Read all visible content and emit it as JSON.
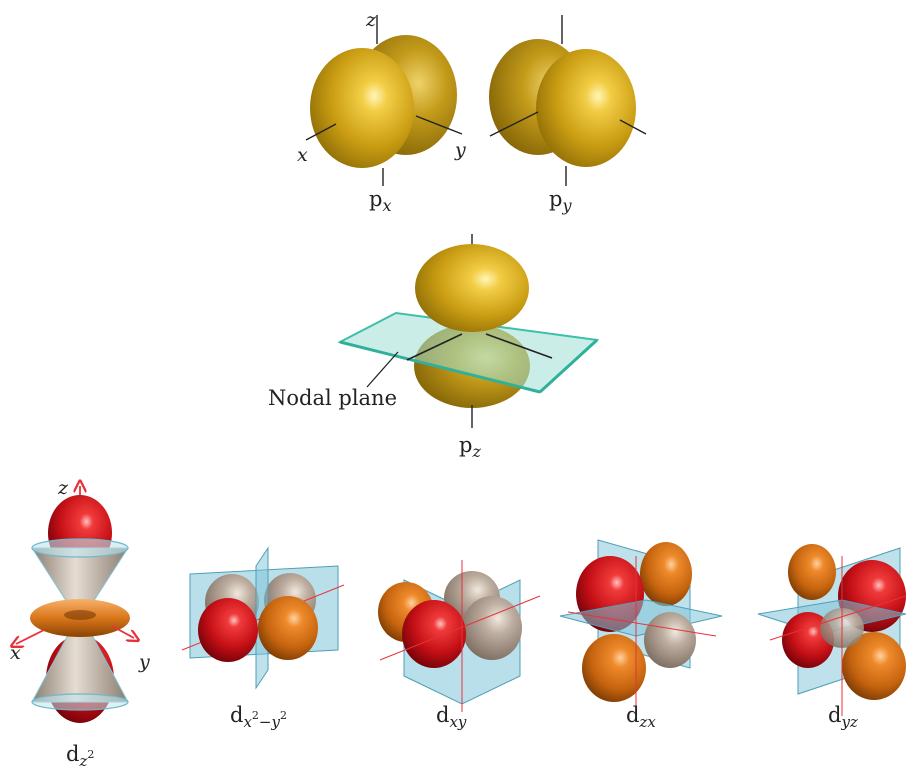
{
  "p_orbitals": {
    "px": {
      "label_main": "p",
      "label_sub": "x"
    },
    "py": {
      "label_main": "p",
      "label_sub": "y"
    },
    "pz": {
      "label_main": "p",
      "label_sub": "z"
    },
    "axes": {
      "x": "x",
      "y": "y",
      "z": "z"
    },
    "nodal_plane_label": "Nodal plane"
  },
  "d_orbitals": {
    "dz2": {
      "label_main": "d",
      "label_sub": "z",
      "label_sup": "2"
    },
    "dx2y2": {
      "label_main": "d",
      "label_sub": "x",
      "label_sup1": "2",
      "label_mid": "−y",
      "label_sup2": "2"
    },
    "dxy": {
      "label_main": "d",
      "label_sub": "xy"
    },
    "dzx": {
      "label_main": "d",
      "label_sub": "zx"
    },
    "dyz": {
      "label_main": "d",
      "label_sub": "yz"
    },
    "axes": {
      "x": "x",
      "y": "y",
      "z": "z"
    }
  },
  "colors": {
    "gold": "#c9a21b",
    "red": "#d0141c",
    "orange": "#d9761a",
    "grey_lobe": "#b9a99a",
    "plane": "#7fc4d8",
    "nodal_plane": "#9fe0d4",
    "axis_red": "#e8323a"
  }
}
